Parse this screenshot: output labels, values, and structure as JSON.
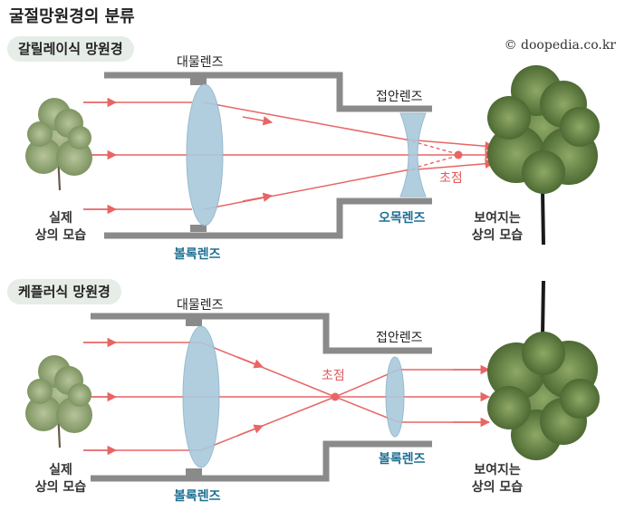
{
  "title": "굴절망원경의 분류",
  "copyright": "© doopedia.co.kr",
  "colors": {
    "tube": "#8a8a8a",
    "ray": "#e86565",
    "lens_fill": "#a9c9dc",
    "lens_label": "#1f6f93",
    "pill_bg": "#e6ece6"
  },
  "galilean": {
    "heading": "갈릴레이식 망원경",
    "objective_label": "대물렌즈",
    "eyepiece_label": "접안렌즈",
    "objective_type": "볼록렌즈",
    "eyepiece_type": "오목렌즈",
    "focus_label": "초점",
    "object_line1": "실제",
    "object_line2": "상의 모습",
    "image_line1": "보여지는",
    "image_line2": "상의 모습",
    "image_orientation": "upright"
  },
  "keplerian": {
    "heading": "케플러식 망원경",
    "objective_label": "대물렌즈",
    "eyepiece_label": "접안렌즈",
    "objective_type": "볼록렌즈",
    "eyepiece_type": "볼록렌즈",
    "focus_label": "초점",
    "object_line1": "실제",
    "object_line2": "상의 모습",
    "image_line1": "보여지는",
    "image_line2": "상의 모습",
    "image_orientation": "inverted"
  }
}
